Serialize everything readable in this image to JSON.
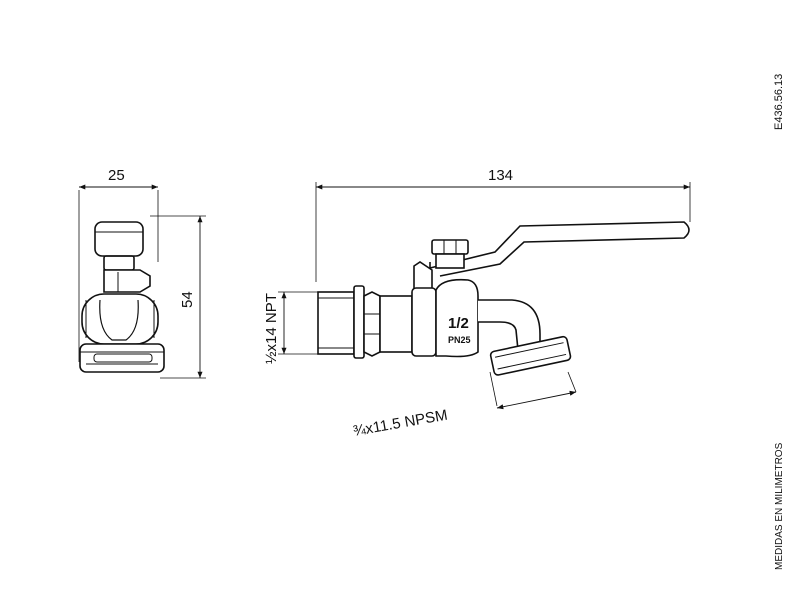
{
  "drawing": {
    "code": "E436.56.13",
    "units_note": "MEDIDAS EN MILIMETROS",
    "side_view": {
      "width": "25",
      "height": "54"
    },
    "front_view": {
      "length": "134",
      "inlet_thread_prefix": "½",
      "inlet_thread_rest": "x14 NPT",
      "outlet_thread_prefix": "¾",
      "outlet_thread_rest": "x11.5 NPSM",
      "body_size": "1/2",
      "body_pressure": "PN25"
    }
  }
}
